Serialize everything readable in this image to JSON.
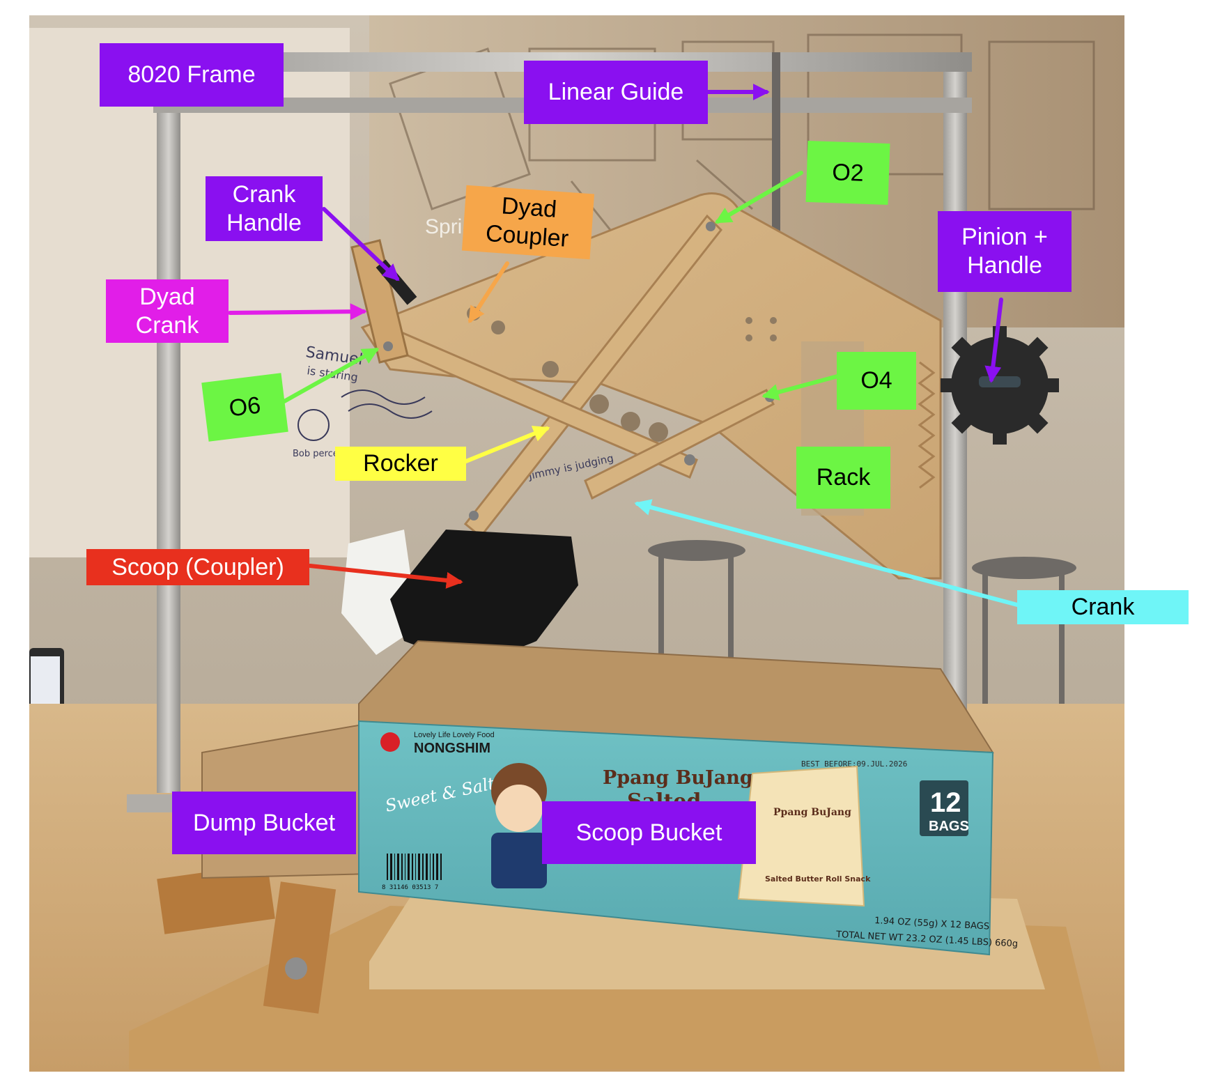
{
  "annotations": {
    "frame_8020": "8020 Frame",
    "linear_guide": "Linear Guide",
    "o2": "O2",
    "crank_handle": "Crank\nHandle",
    "dyad_coupler": "Dyad\nCoupler",
    "pinion_handle": "Pinion +\nHandle",
    "dyad_crank": "Dyad\nCrank",
    "o6": "O6",
    "o4": "O4",
    "rocker": "Rocker",
    "rack": "Rack",
    "scoop_coupler": "Scoop (Coupler)",
    "crank": "Crank",
    "dump_bucket": "Dump Bucket",
    "scoop_bucket": "Scoop Bucket"
  },
  "colors": {
    "purple": "#8a10f0",
    "green": "#6cf544",
    "magenta": "#e11ee8",
    "orange": "#f6a64a",
    "yellow": "#ffff44",
    "red": "#e8301e",
    "cyan": "#6ff5f7"
  },
  "photo_text": {
    "whiteboard_samuel": "Samuel",
    "whiteboard_is_staring": "is staring",
    "whiteboard_bob": "Bob perceives",
    "whiteboard_jimmy": "Jimmy is judging",
    "screen_text": "Spri",
    "box_slogan": "Lovely Life Lovely Food",
    "box_brand": "NONGSHIM",
    "box_tagline": "Sweet & Salty",
    "box_product": "Ppang BuJang",
    "box_product_line2": "Salted",
    "box_best_before": "BEST BEFORE:09.JUL.2026",
    "box_count_num": "12",
    "box_count_unit": "BAGS",
    "box_weight": "1.94 OZ (55g) X 12 BAGS",
    "box_total": "TOTAL NET WT 23.2 OZ (1.45 LBS) 660g",
    "bag_title": "Ppang BuJang",
    "bag_sub": "Salted Butter Roll Snack",
    "barcode_number": "8 31146 03513 7"
  }
}
